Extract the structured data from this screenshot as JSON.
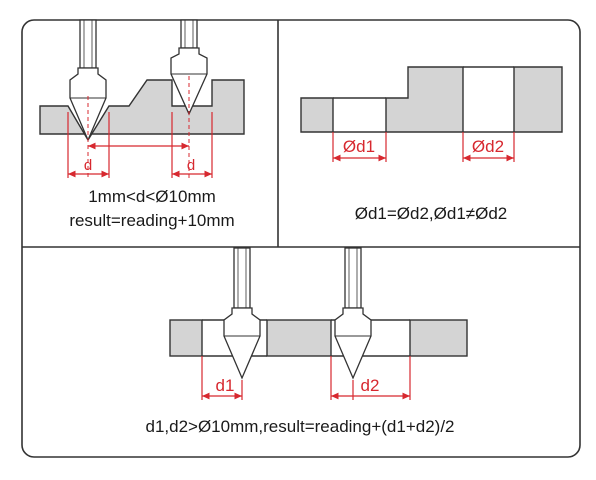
{
  "colors": {
    "frame": "#333333",
    "block_fill": "#d4d4d4",
    "outline": "#333333",
    "dimension": "#d7282f",
    "background": "#ffffff"
  },
  "panels": {
    "top_left": {
      "caption_line1": "1mm<d<Ø10mm",
      "caption_line2": "result=reading+10mm",
      "dim_left": "d",
      "dim_right": "d"
    },
    "top_right": {
      "caption": "Ød1=Ød2,Ød1≠Ød2",
      "dim_left": "Ød1",
      "dim_right": "Ød2"
    },
    "bottom": {
      "caption": "d1,d2>Ø10mm,result=reading+(d1+d2)/2",
      "dim_left": "d1",
      "dim_right": "d2"
    }
  }
}
